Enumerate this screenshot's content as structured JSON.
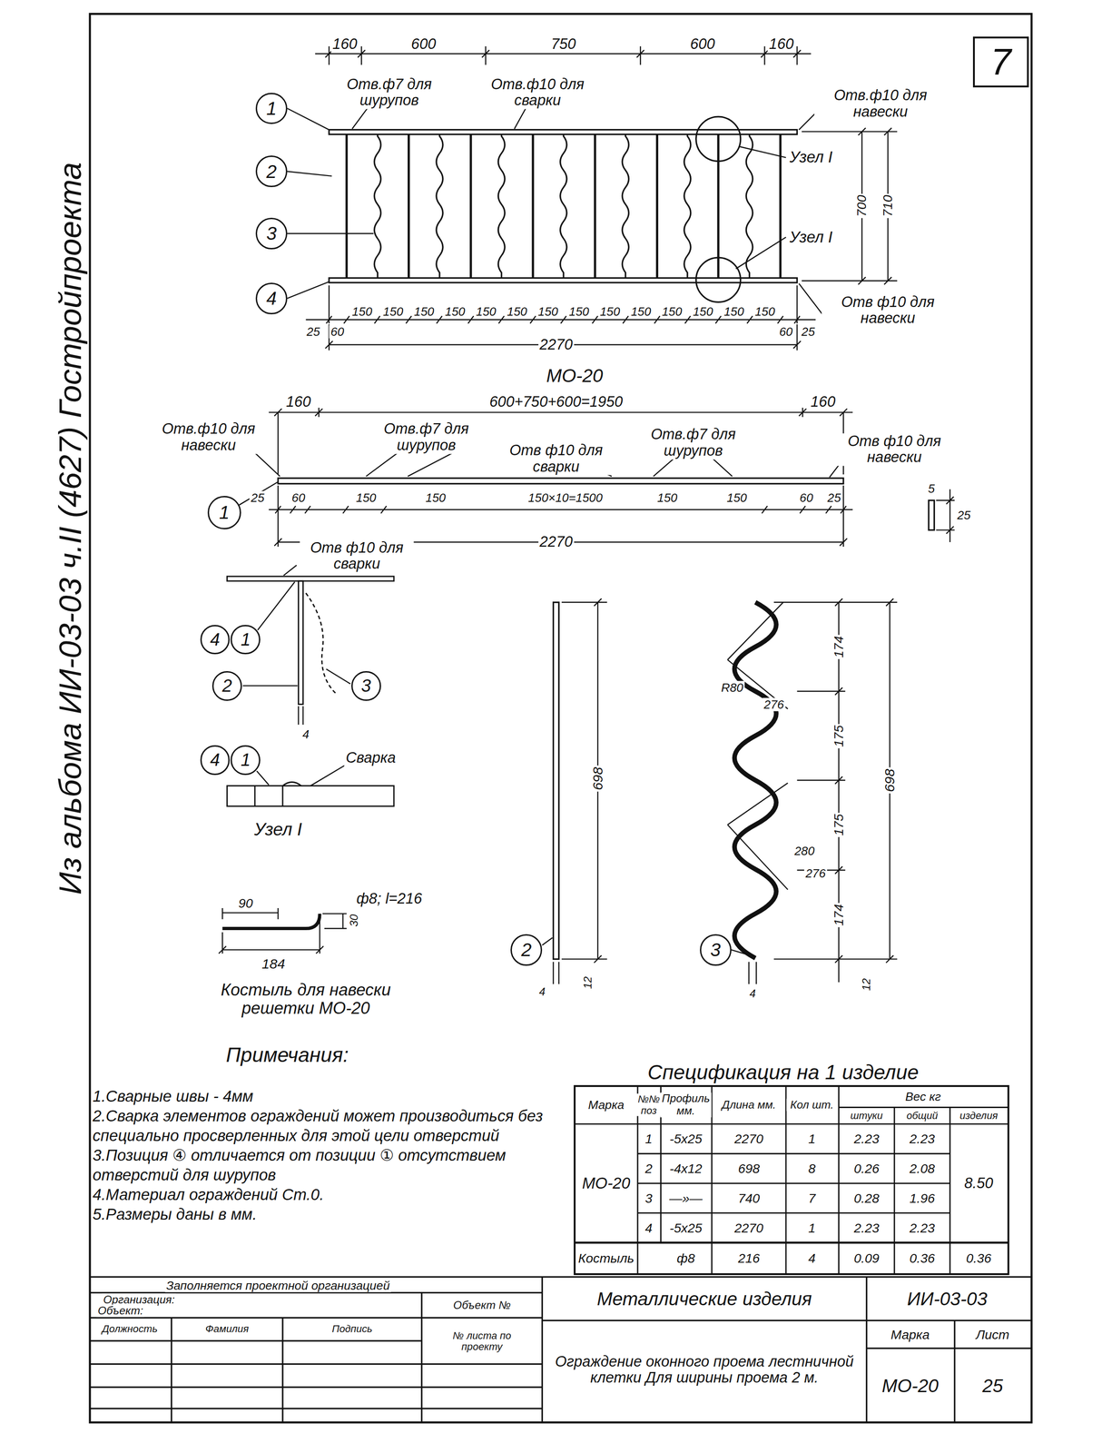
{
  "diagram": {
    "nodes": [
      {
        "text": [
          "7"
        ]
      },
      {
        "text": [
          "1"
        ]
      },
      {
        "text": [
          "2"
        ]
      },
      {
        "text": [
          "3"
        ]
      },
      {
        "text": [
          "4"
        ]
      },
      {
        "text": [
          "1"
        ]
      },
      {
        "text": [
          "4"
        ]
      },
      {
        "text": [
          "1"
        ]
      },
      {
        "text": [
          "2"
        ]
      },
      {
        "text": [
          "3"
        ]
      },
      {
        "text": [
          "4"
        ]
      },
      {
        "text": [
          "1"
        ]
      },
      {
        "text": [
          "2"
        ]
      },
      {
        "text": [
          "3"
        ]
      }
    ],
    "labels": [
      "Из альбома ИИ-03-03 ч.II (4627) Гостройпроекта",
      "160",
      "600",
      "750",
      "600",
      "160",
      "Отв.ф7 для шурупов",
      "Отв.ф10 для сварки",
      "Отв.ф10 для навески",
      "Узел I",
      "Узел I",
      "700",
      "710",
      "Отв ф10 для навески",
      "150",
      "150",
      "150",
      "150",
      "150",
      "150",
      "150",
      "150",
      "150",
      "150",
      "150",
      "150",
      "150",
      "150",
      "25",
      "60",
      "60",
      "25",
      "2270",
      "МО-20",
      "160",
      "600+750+600=1950",
      "160",
      "Отв.ф10 для навески",
      "Отв.ф7 для шурупов",
      "Отв ф10 для сварки",
      "Отв.ф7 для шурупов",
      "Отв ф10 для навески",
      "25",
      "60",
      "150",
      "150",
      "150×10=1500",
      "150",
      "150",
      "60",
      "25",
      "2270",
      "5",
      "25",
      "Отв ф10 для сварки",
      "4",
      "Сварка",
      "Узел I",
      "90",
      "ф8; l=216",
      "30",
      "184",
      "Костыль для навески решетки МО-20",
      "698",
      "4",
      "12",
      "174",
      "175",
      "175",
      "174",
      "698",
      "R80",
      "276",
      "280",
      "276",
      "4",
      "12",
      "Примечания:",
      "1.Сварные швы - 4мм",
      "2.Сварка элементов ограждений может производиться без специально просверленных для этой цели отверстий",
      "3.Позиция ④ отличается от позиции ① отсутствием отверстий для шурупов",
      "4.Материал ограждений Ст.0.",
      "5.Размеры даны в мм.",
      "Спецификация на 1 изделие",
      "Марка",
      "№№ поз",
      "Профиль мм.",
      "Длина мм.",
      "Кол шт.",
      "Вес кг",
      "штуки",
      "общий",
      "изделия",
      "МО-20",
      "1",
      "-5x25",
      "2270",
      "1",
      "2.23",
      "2.23",
      "2",
      "-4x12",
      "698",
      "8",
      "0.26",
      "2.08",
      "3",
      "—»—",
      "740",
      "7",
      "0.28",
      "1.96",
      "4",
      "-5x25",
      "2270",
      "1",
      "2.23",
      "2.23",
      "8.50",
      "Костыль",
      "ф8",
      "216",
      "4",
      "0.09",
      "0.36",
      "0.36",
      "Заполняется проектной организацией",
      "Организация:",
      "Объект:",
      "Объект №",
      "Должность",
      "Фамилия",
      "Подпись",
      "№ листа по проекту",
      "Металлические изделия",
      "ИИ-03-03",
      "Ограждение оконного проема лестничной клетки Для ширины проема 2 м.",
      "Марка",
      "Лист",
      "МО-20",
      "25"
    ]
  }
}
